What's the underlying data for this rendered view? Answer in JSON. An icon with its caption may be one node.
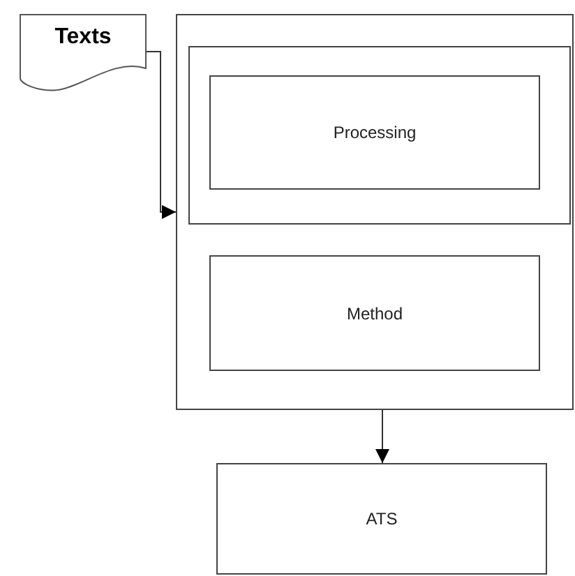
{
  "diagram": {
    "nodes": [
      {
        "text": [
          "Texts"
        ]
      },
      {
        "text": [],
        "shape": "box"
      },
      {
        "text": [],
        "shape": "box",
        "in": 1
      },
      {
        "text": [
          "Processing"
        ],
        "in": 2
      },
      {
        "text": [
          "Method"
        ],
        "in": 1
      },
      {
        "text": [
          "ATS"
        ]
      }
    ],
    "edges": [
      {
        "from": 0,
        "to": 1,
        "arrow": "to"
      },
      {
        "from": 1,
        "to": 5,
        "arrow": "to"
      }
    ]
  }
}
